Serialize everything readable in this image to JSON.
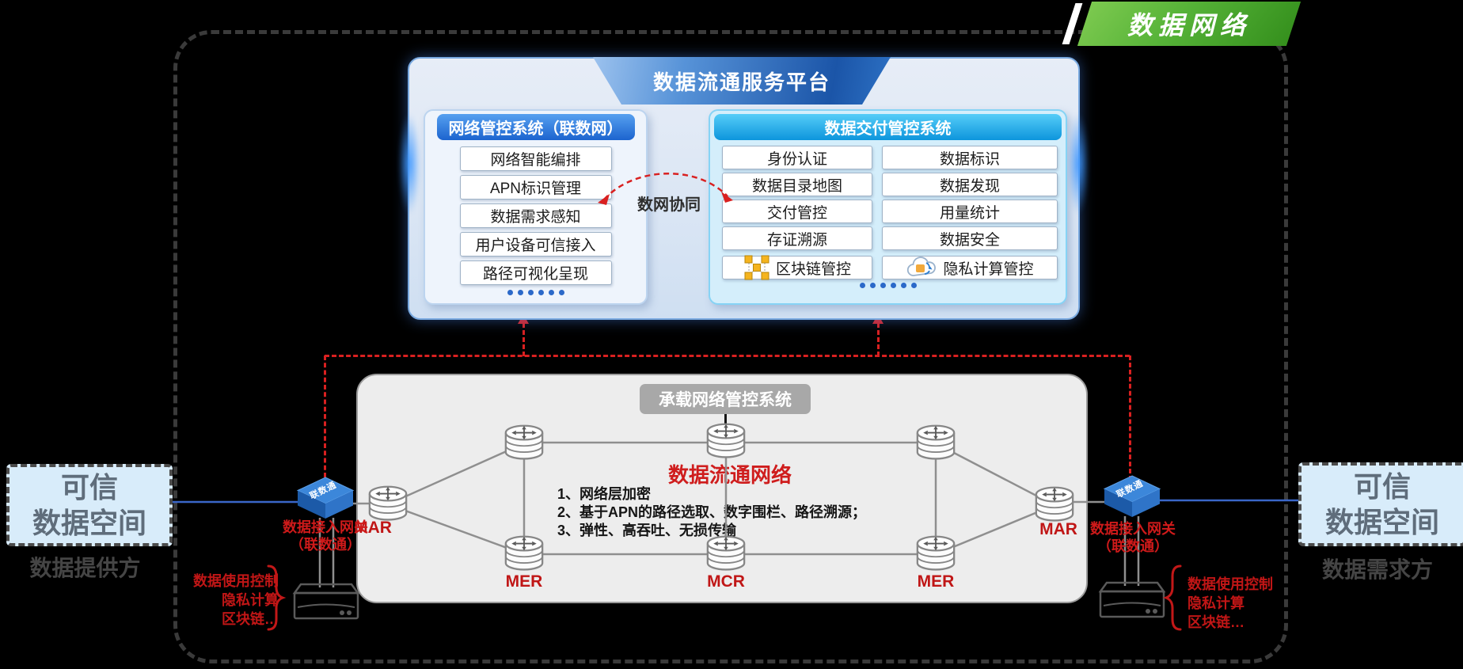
{
  "banner": {
    "label": "数据网络"
  },
  "platform": {
    "title": "数据流通服务平台",
    "synergy": "数网协同",
    "network_panel": {
      "title": "网络管控系统（联数网）",
      "items": [
        "网络智能编排",
        "APN标识管理",
        "数据需求感知",
        "用户设备可信接入",
        "路径可视化呈现"
      ]
    },
    "delivery_panel": {
      "title": "数据交付管控系统",
      "col1": [
        "身份认证",
        "数据目录地图",
        "交付管控",
        "存证溯源"
      ],
      "col2": [
        "数据标识",
        "数据发现",
        "用量统计",
        "数据安全"
      ],
      "blockchain": {
        "icon": "blockchain-cubes-icon",
        "label": "区块链管控"
      },
      "privacy": {
        "icon": "privacy-cloud-icon",
        "label": "隐私计算管控"
      }
    }
  },
  "carrier": {
    "controller": "承载网络管控系统",
    "title": "数据流通网络",
    "features": [
      "1、网络层加密",
      "2、基于APN的路径选取、数字围栏、路径溯源；",
      "3、弹性、高吞吐、无损传输"
    ],
    "labels": {
      "mar_left": "MAR",
      "mer_left": "MER",
      "mcr": "MCR",
      "mer_right": "MER",
      "mar_right": "MAR"
    }
  },
  "gateway_left": {
    "line1": "数据接入网关",
    "line2": "（联数通）",
    "chip": "联数通"
  },
  "gateway_right": {
    "line1": "数据接入网关",
    "line2": "（联数通）",
    "chip": "联数通"
  },
  "left_space": {
    "line1": "可信",
    "line2": "数据空间",
    "caption": "数据提供方",
    "controls": [
      "数据使用控制",
      "隐私计算",
      "区块链…"
    ]
  },
  "right_space": {
    "line1": "可信",
    "line2": "数据空间",
    "caption": "数据需求方",
    "controls": [
      "数据使用控制",
      "隐私计算",
      "区块链…"
    ]
  },
  "colors": {
    "accent_red": "#d92020",
    "banner_green": "#55b237",
    "network_header_blue": "#1c64cf",
    "delivery_header_cyan": "#0d95dc",
    "carrier_label_gray": "#a8a8a8",
    "link_blue": "#3a66c8"
  }
}
